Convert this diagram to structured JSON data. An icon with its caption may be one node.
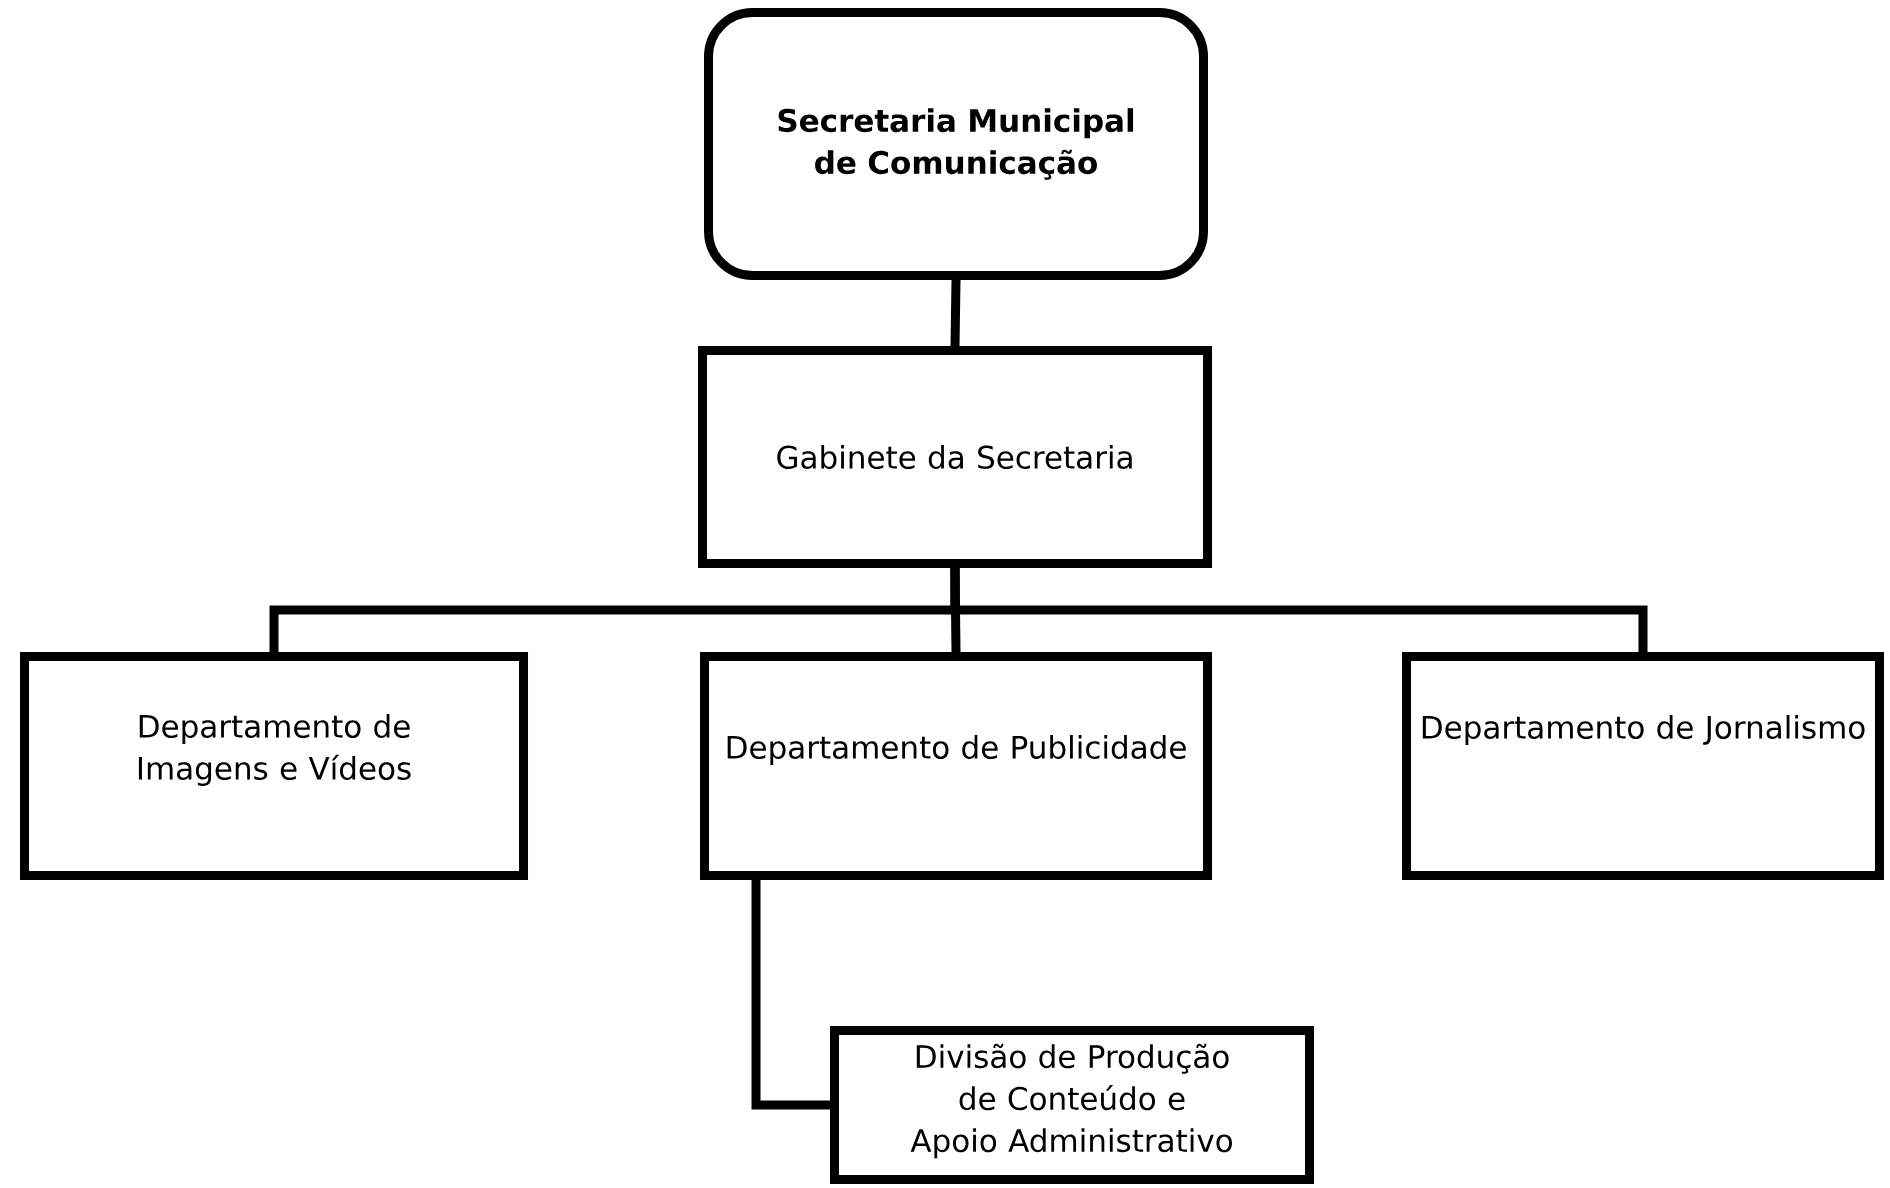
{
  "diagram": {
    "nodes": [
      {
        "text": [
          "Secretaria Municipal de Comunicação"
        ]
      },
      {
        "text": [
          "Gabinete da Secretaria"
        ]
      },
      {
        "text": [
          "Departamento de Imagens e Vídeos"
        ]
      },
      {
        "text": [
          "Departamento de Publicidade"
        ]
      },
      {
        "text": [
          "Departamento de Jornalismo"
        ]
      },
      {
        "text": [
          "Divisão de Produção de Conteúdo e Apoio Administrativo"
        ]
      }
    ],
    "edges": [
      {
        "from": 0,
        "to": 1,
        "arrow": "none"
      },
      {
        "from": 1,
        "to": 2,
        "arrow": "none"
      },
      {
        "from": 1,
        "to": 3,
        "arrow": "none"
      },
      {
        "from": 1,
        "to": 4,
        "arrow": "none"
      },
      {
        "from": 3,
        "to": 5,
        "arrow": "none"
      }
    ]
  }
}
